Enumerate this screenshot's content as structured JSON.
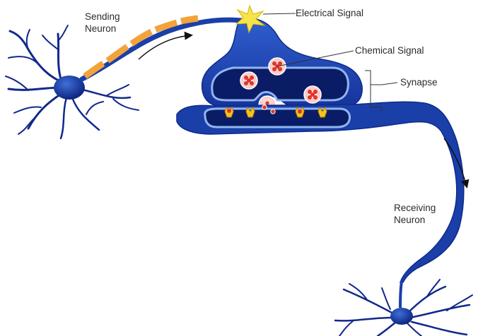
{
  "labels": {
    "sending_line1": "Sending",
    "sending_line2": "Neuron",
    "electrical_signal": "Electrical Signal",
    "chemical_signal": "Chemical Signal",
    "synapse": "Synapse",
    "receiving_line1": "Receiving",
    "receiving_line2": "Neuron"
  },
  "colors": {
    "neuron_blue": "#1a3fa8",
    "neuron_dark": "#0b1c66",
    "outline_light": "#8fb6ef",
    "myelin_orange": "#f2a33a",
    "spark_yellow": "#f7e34a",
    "vesicle_red": "#e2352c",
    "receptor_yellow": "#f3c21e",
    "label_text": "#2b2b2b",
    "arrow_black": "#111111"
  }
}
